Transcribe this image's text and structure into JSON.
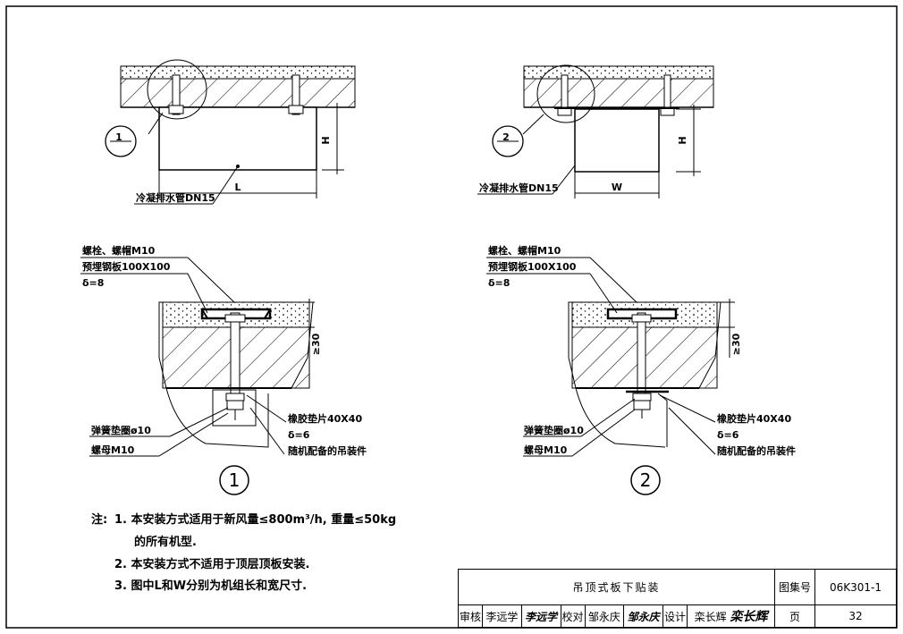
{
  "detail1": {
    "callout_number": "1",
    "dim_height": "H",
    "dim_length": "L",
    "drain_label": "冷凝排水管DN15",
    "bolt_label": "螺栓、螺帽M10",
    "plate_label": "预埋钢板100X100",
    "plate_thickness": "δ=8",
    "depth_label": "≥30",
    "rubber_label": "橡胶垫片40X40",
    "rubber_thickness": "δ=6",
    "washer_label": "弹簧垫圈ø10",
    "nut_label": "螺母M10",
    "hanger_label": "随机配备的吊装件",
    "section_number": "1"
  },
  "detail2": {
    "callout_number": "2",
    "dim_height": "H",
    "dim_width": "W",
    "drain_label": "冷凝排水管DN15",
    "bolt_label": "螺栓、螺帽M10",
    "plate_label": "预埋钢板100X100",
    "plate_thickness": "δ=8",
    "depth_label": "≥30",
    "rubber_label": "橡胶垫片40X40",
    "rubber_thickness": "δ=6",
    "washer_label": "弹簧垫圈ø10",
    "nut_label": "螺母M10",
    "hanger_label": "随机配备的吊装件",
    "section_number": "2"
  },
  "notes": {
    "prefix": "注:",
    "items": [
      "1.  本安装方式适用于新风量≤800m³/h, 重量≤50kg",
      "的所有机型.",
      "2.  本安装方式不适用于顶层顶板安装.",
      "3.  图中L和W分别为机组长和宽尺寸."
    ]
  },
  "title_block": {
    "title": "吊顶式板下贴装",
    "atlas_label": "图集号",
    "atlas_number": "06K301-1",
    "page_label": "页",
    "page_number": "32",
    "review_label": "审核",
    "reviewer": "李远学",
    "reviewer_sig": "李远学",
    "check_label": "校对",
    "checker": "邹永庆",
    "checker_sig": "邹永庆",
    "design_label": "设计",
    "designer": "栾长辉",
    "designer_sig": "栾长辉"
  }
}
